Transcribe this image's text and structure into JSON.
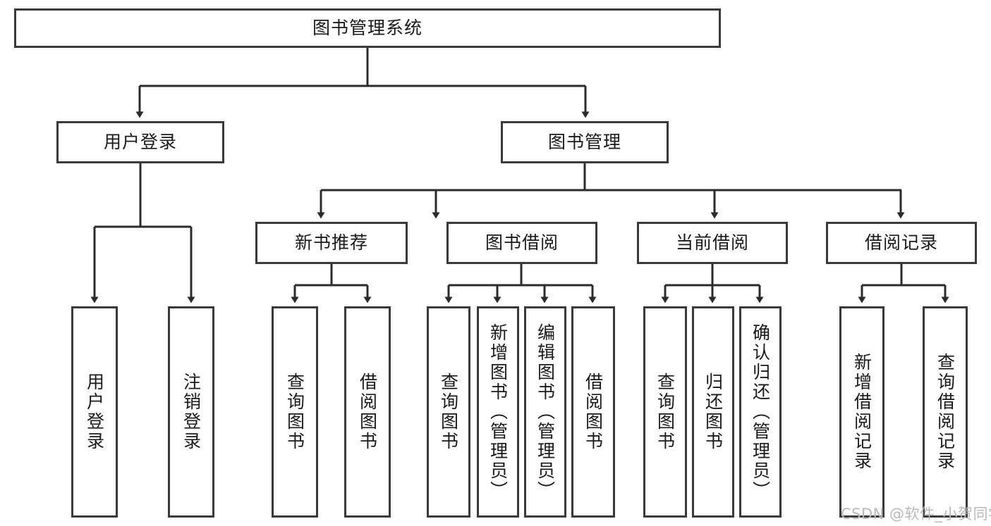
{
  "diagram": {
    "type": "tree-hierarchy",
    "title": "图书管理系统",
    "orientation": "top-down",
    "colors": {
      "box_border": "#3a3a3a",
      "box_fill": "#ffffff",
      "connector": "#2b2b2b",
      "text": "#1a1a1a",
      "watermark": "#b9b9b9",
      "background": "#ffffff"
    },
    "nodes": {
      "root": {
        "label": "图书管理系统"
      },
      "level2": [
        {
          "id": "user-login",
          "label": "用户登录"
        },
        {
          "id": "book-management",
          "label": "图书管理"
        }
      ],
      "level3": [
        {
          "id": "new-book-recommend",
          "label": "新书推荐"
        },
        {
          "id": "book-borrow",
          "label": "图书借阅"
        },
        {
          "id": "current-borrow",
          "label": "当前借阅"
        },
        {
          "id": "borrow-record",
          "label": "借阅记录"
        }
      ],
      "leaves": {
        "user_login": [
          {
            "id": "leaf-user-login",
            "label": "用户登录"
          },
          {
            "id": "leaf-logout-login",
            "label": "注销登录"
          }
        ],
        "new_book_recommend": [
          {
            "id": "leaf-query-book-1",
            "label": "查询图书"
          },
          {
            "id": "leaf-borrow-book-1",
            "label": "借阅图书"
          }
        ],
        "book_borrow": [
          {
            "id": "leaf-query-book-2",
            "label": "查询图书"
          },
          {
            "id": "leaf-add-book",
            "label": "新增图书（管理员）"
          },
          {
            "id": "leaf-edit-book",
            "label": "编辑图书（管理员）"
          },
          {
            "id": "leaf-borrow-book-2",
            "label": "借阅图书"
          }
        ],
        "current_borrow": [
          {
            "id": "leaf-query-book-3",
            "label": "查询图书"
          },
          {
            "id": "leaf-return-book",
            "label": "归还图书"
          },
          {
            "id": "leaf-confirm-return",
            "label": "确认归还（管理员）"
          }
        ],
        "borrow_record": [
          {
            "id": "leaf-add-record",
            "label": "新增借阅记录"
          },
          {
            "id": "leaf-query-record",
            "label": "查询借阅记录"
          }
        ]
      }
    }
  },
  "watermark": {
    "text": "CSDN @软件_小贺同学"
  }
}
